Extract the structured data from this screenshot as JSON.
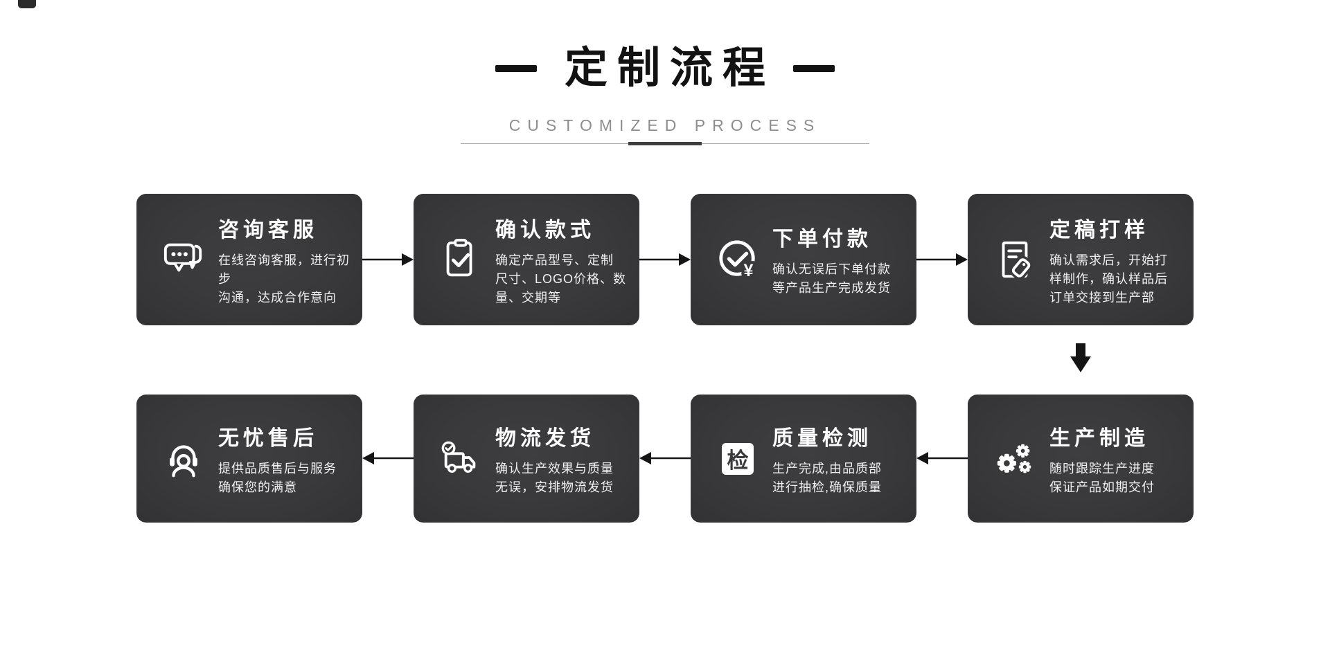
{
  "header": {
    "title": "定制流程",
    "subtitle": "CUSTOMIZED PROCESS"
  },
  "steps": [
    {
      "title": "咨询客服",
      "desc": "在线咨询客服，进行初步\n沟通，达成合作意向",
      "icon": "chat-bubbles-icon"
    },
    {
      "title": "确认款式",
      "desc": "确定产品型号、定制\n尺寸、LOGO价格、数\n量、交期等",
      "icon": "clipboard-check-icon"
    },
    {
      "title": "下单付款",
      "desc": "确认无误后下单付款\n等产品生产完成发货",
      "icon": "payment-check-icon"
    },
    {
      "title": "定稿打样",
      "desc": "确认需求后，开始打\n样制作，确认样品后\n订单交接到生产部",
      "icon": "document-tag-icon"
    },
    {
      "title": "生产制造",
      "desc": "随时跟踪生产进度\n保证产品如期交付",
      "icon": "gears-icon"
    },
    {
      "title": "质量检测",
      "desc": "生产完成,由品质部\n进行抽检,确保质量",
      "icon": "inspection-badge-icon",
      "badge_text": "检"
    },
    {
      "title": "物流发货",
      "desc": "确认生产效果与质量\n无误，安排物流发货",
      "icon": "delivery-truck-icon"
    },
    {
      "title": "无忧售后",
      "desc": "提供品质售后与服务\n确保您的满意",
      "icon": "headset-support-icon"
    }
  ],
  "colors": {
    "card_bg": "#39393b",
    "title_text": "#ffffff",
    "desc_text": "#f0f0f0",
    "subtitle_text": "#8d8d8d",
    "arrow": "#151515"
  }
}
